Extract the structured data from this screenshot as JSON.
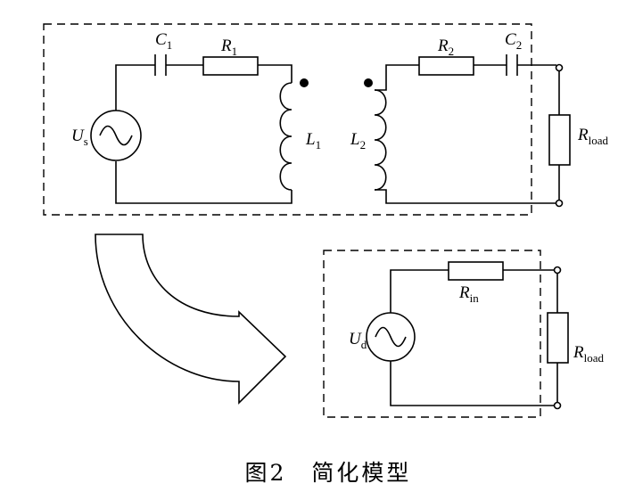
{
  "top_circuit": {
    "source": {
      "main": "U",
      "sub": "s"
    },
    "c1": {
      "main": "C",
      "sub": "1"
    },
    "r1": {
      "main": "R",
      "sub": "1"
    },
    "l1": {
      "main": "L",
      "sub": "1"
    },
    "l2": {
      "main": "L",
      "sub": "2"
    },
    "r2": {
      "main": "R",
      "sub": "2"
    },
    "c2": {
      "main": "C",
      "sub": "2"
    },
    "rload": {
      "main": "R",
      "sub": "load"
    }
  },
  "bottom_circuit": {
    "source": {
      "main": "U",
      "sub": "d"
    },
    "rin": {
      "main": "R",
      "sub": "in"
    },
    "rload": {
      "main": "R",
      "sub": "load"
    }
  },
  "caption": "图2　简化模型"
}
